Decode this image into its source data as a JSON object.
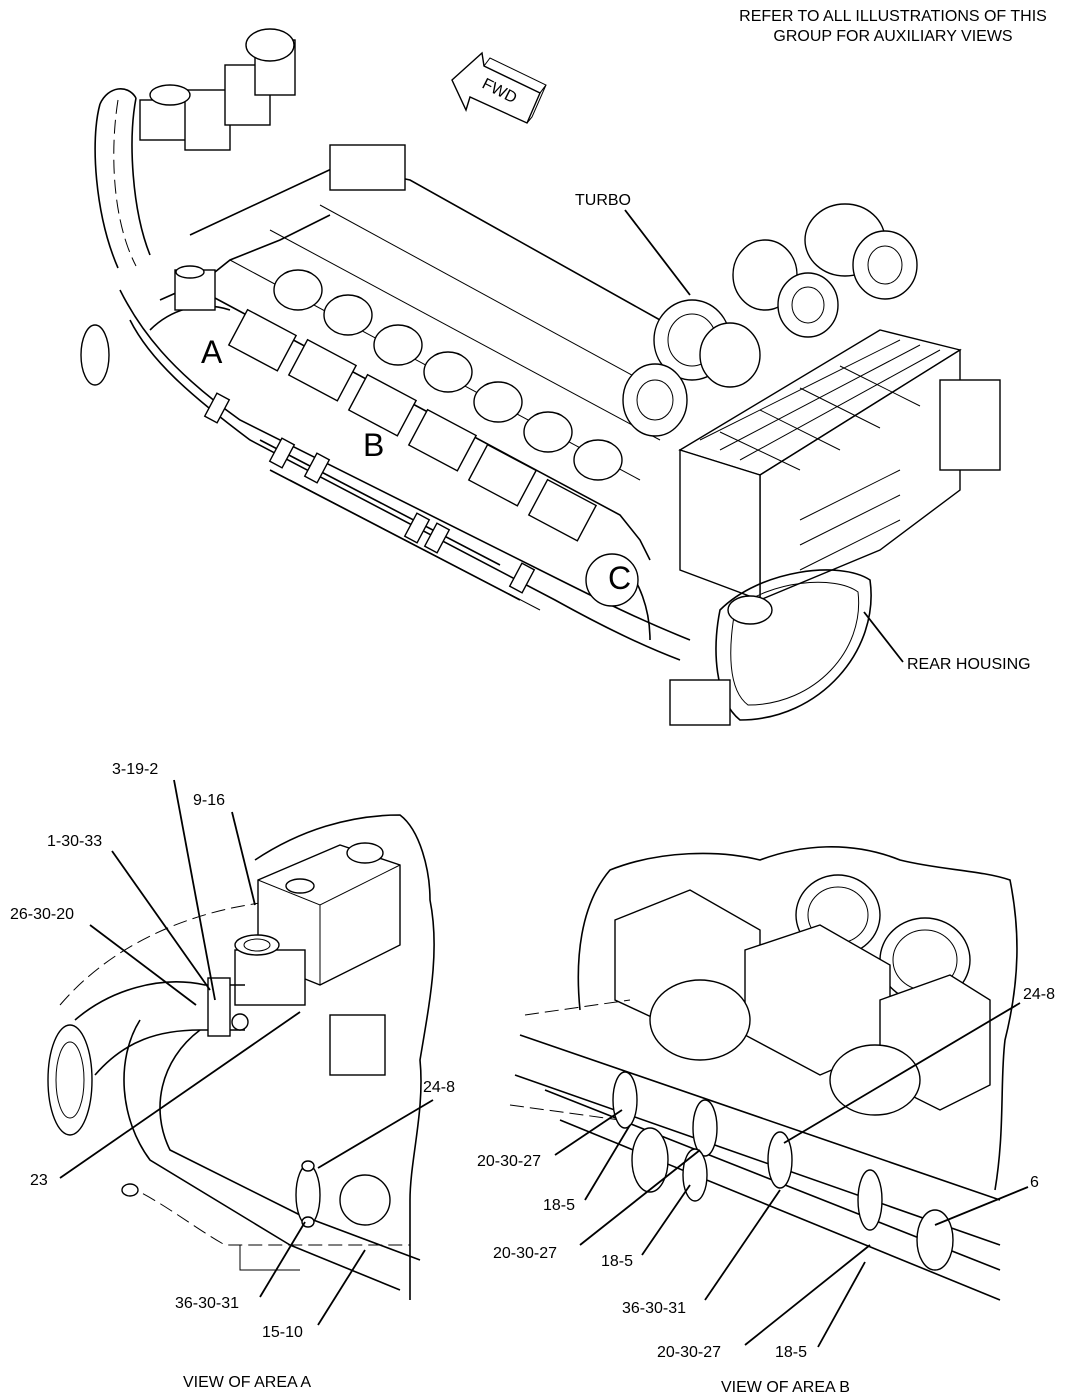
{
  "header_note": [
    "REFER TO ALL ILLUSTRATIONS OF THIS",
    "GROUP FOR AUXILIARY VIEWS"
  ],
  "direction_label": "FWD",
  "main_view": {
    "labels": {
      "turbo": "TURBO",
      "rear_housing": "REAR HOUSING"
    },
    "areas": [
      "A",
      "B",
      "C"
    ]
  },
  "view_a": {
    "caption": "VIEW OF AREA  A",
    "callouts": [
      "3-19-2",
      "9-16",
      "1-30-33",
      "26-30-20",
      "23",
      "24-8",
      "36-30-31",
      "15-10"
    ]
  },
  "view_b": {
    "caption": "VIEW OF AREA  B",
    "callouts": [
      "24-8",
      "20-30-27",
      "18-5",
      "20-30-27",
      "18-5",
      "6",
      "36-30-31",
      "20-30-27",
      "18-5"
    ]
  }
}
